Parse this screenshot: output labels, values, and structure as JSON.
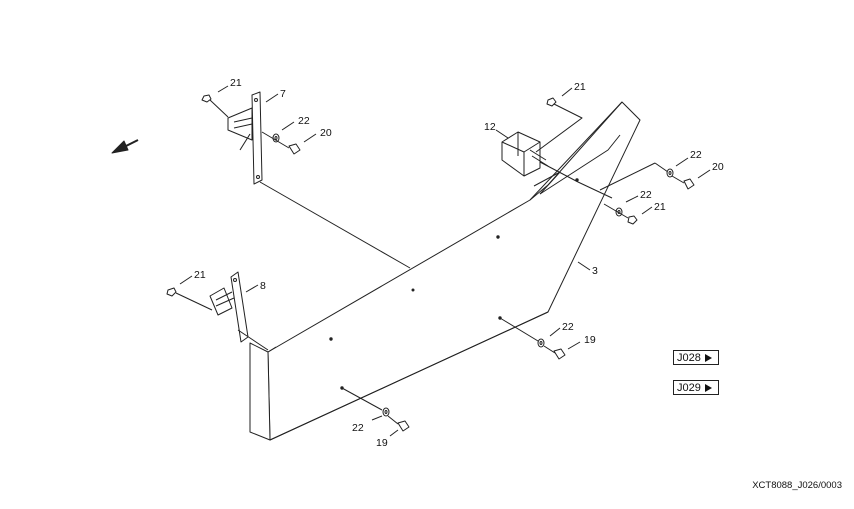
{
  "labels": {
    "l21a": "21",
    "l7": "7",
    "l22a": "22",
    "l20a": "20",
    "l21b": "21",
    "l12": "12",
    "l22b": "22",
    "l20b": "20",
    "l22c": "22",
    "l21c": "21",
    "l3": "3",
    "l21d": "21",
    "l8": "8",
    "l22d": "22",
    "l19a": "19",
    "l22e": "22",
    "l19b": "19"
  },
  "refs": {
    "j028": "J028",
    "j029": "J029"
  },
  "figure_code": "XCT8088_J026/0003",
  "colors": {
    "line": "#222222",
    "background": "#ffffff"
  }
}
